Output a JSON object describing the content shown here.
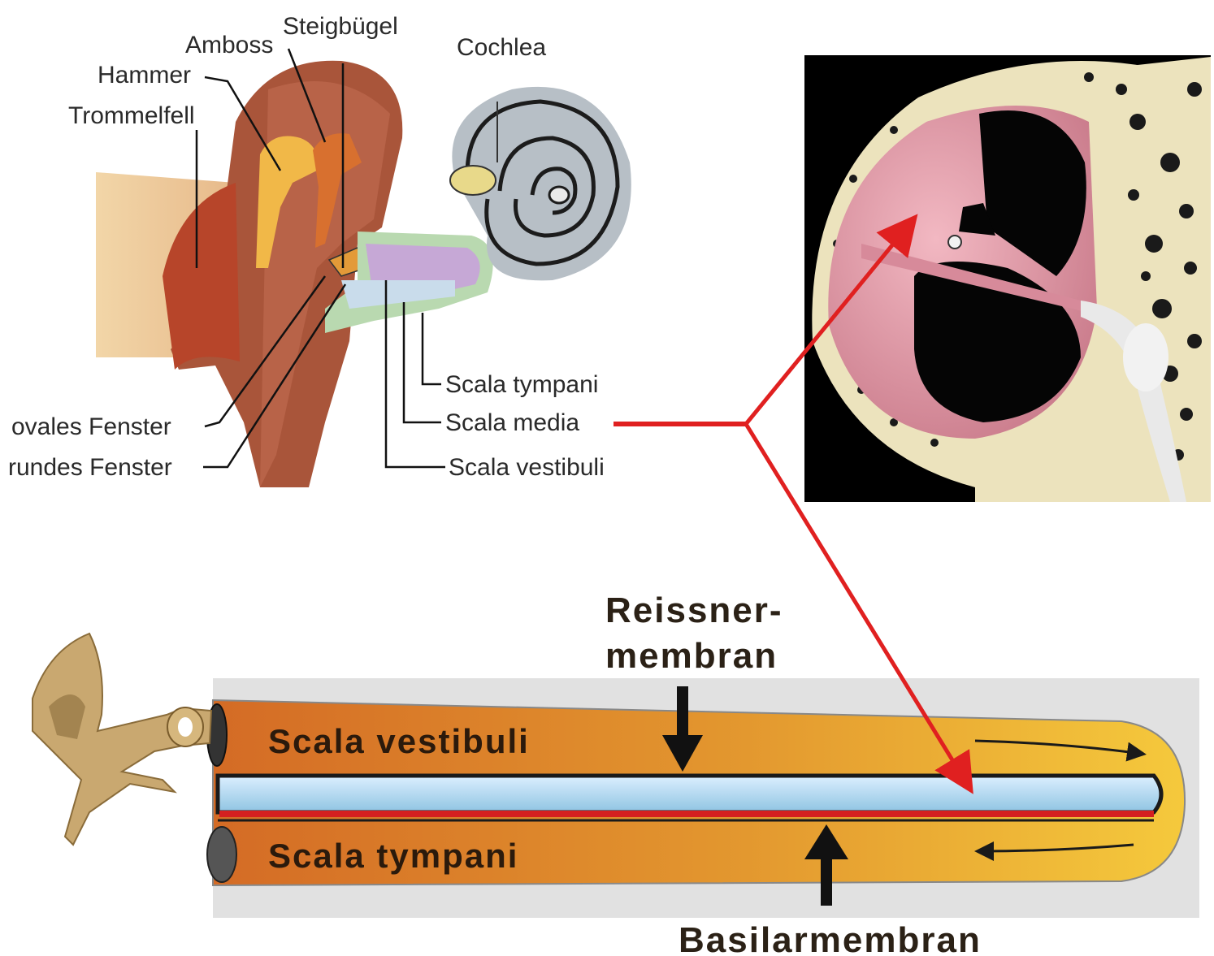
{
  "ear_labels": {
    "steigbuegel": "Steigbügel",
    "amboss": "Amboss",
    "hammer": "Hammer",
    "trommelfell": "Trommelfell",
    "cochlea": "Cochlea",
    "ovales_fenster": "ovales Fenster",
    "rundes_fenster": "rundes Fenster",
    "scala_tympani": "Scala tympani",
    "scala_media": "Scala media",
    "scala_vestibuli": "Scala vestibuli"
  },
  "tube_labels": {
    "reissner_line1": "Reissner-",
    "reissner_line2": "membran",
    "scala_vestibuli": "Scala vestibuli",
    "scala_tympani": "Scala tympani",
    "basilarmembran": "Basilarmembran"
  },
  "colors": {
    "pointer_red": "#e02020",
    "tube_orange": "#d9772a",
    "tube_yellow": "#f2c23a",
    "scala_media_blue": "#a9d3ea",
    "basilar_red": "#d42020",
    "bone": "#ece3bd",
    "cross_section_pink": "#e7a3b0"
  }
}
